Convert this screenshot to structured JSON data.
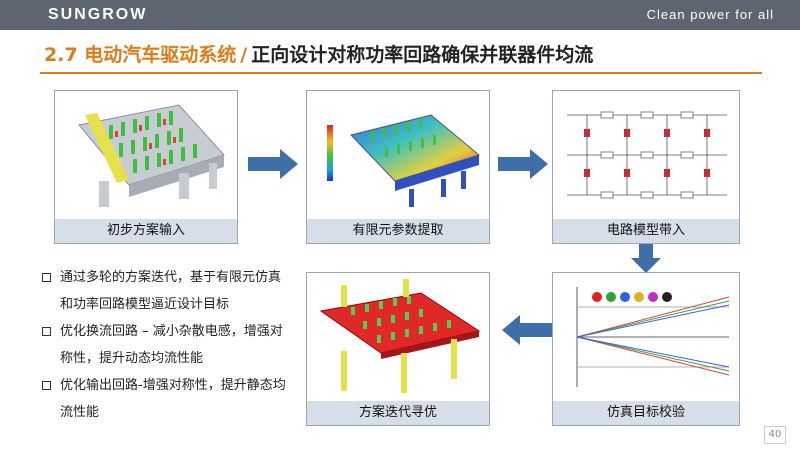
{
  "header": {
    "brand": "SUNGROW",
    "tagline": "Clean power for all"
  },
  "title": {
    "part1": "2.7 电动汽车驱动系统",
    "separator": "/",
    "part2": "正向设计对称功率回路确保并联器件均流"
  },
  "steps": [
    {
      "caption": "初步方案输入"
    },
    {
      "caption": "有限元参数提取"
    },
    {
      "caption": "电路模型带入"
    },
    {
      "caption": "方案迭代寻优"
    },
    {
      "caption": "仿真目标校验"
    }
  ],
  "bullets": [
    "通过多轮的方案迭代，基于有限元仿真和功率回路模型逼近设计目标",
    "优化换流回路 – 减小杂散电感，增强对称性，提升动态均流性能",
    "优化输出回路-增强对称性，提升静态均流性能"
  ],
  "page_number": "40",
  "colors": {
    "accent": "#e07b1a",
    "arrow": "#3f6fa8",
    "caption_bg": "#d6dfe9",
    "topbar": "#5c6570"
  }
}
